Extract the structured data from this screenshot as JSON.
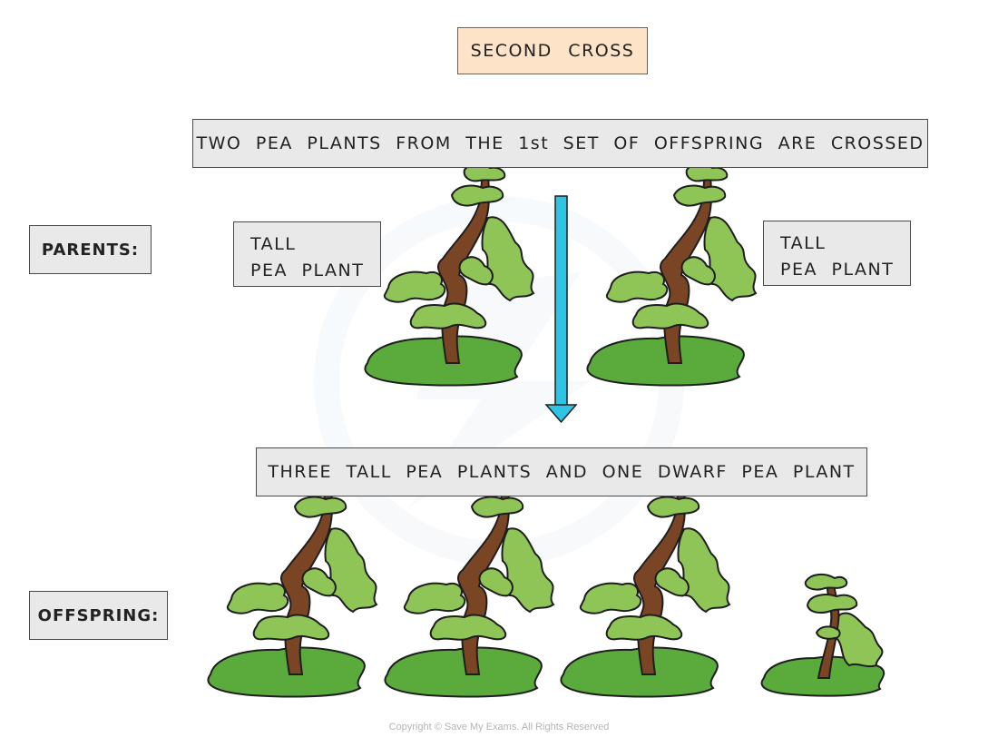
{
  "title": "SECOND CROSS",
  "step_text": "TWO PEA PLANTS FROM THE 1st SET OF OFFSPRING ARE CROSSED",
  "parents": {
    "label": "PARENTS:",
    "left": {
      "line1": "TALL",
      "line2": "PEA PLANT"
    },
    "right": {
      "line1": "TALL",
      "line2": "PEA PLANT"
    }
  },
  "result_text": "THREE TALL PEA PLANTS AND ONE DWARF PEA PLANT",
  "offspring": {
    "label": "OFFSPRING:",
    "tall_count": 3,
    "dwarf_count": 1
  },
  "colors": {
    "title_fill": "#fde3c8",
    "box_fill": "#e9e9e9",
    "arrow": "#2ec4e6",
    "leaf": "#8fc556",
    "ground": "#5aaa3c",
    "stem": "#7a4524"
  },
  "copyright": "Copyright © Save My Exams. All Rights Reserved"
}
